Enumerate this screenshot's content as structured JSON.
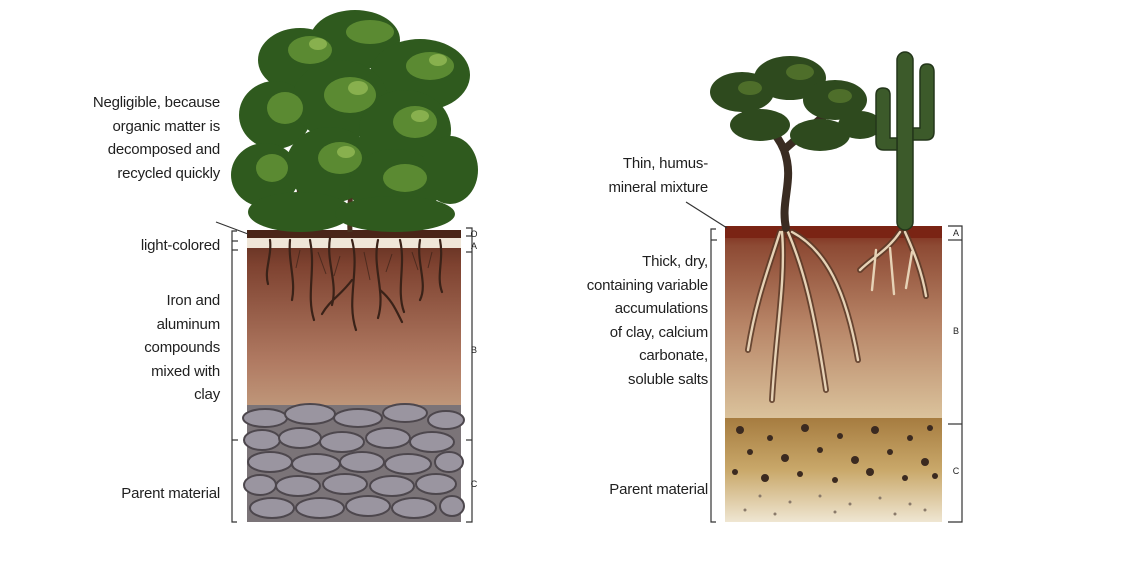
{
  "left_profile": {
    "labels": {
      "o_horizon": "Negligible, because\norganic matter is\ndecomposed and\nrecycled quickly",
      "e_horizon": "light-colored",
      "b_horizon": "Iron and\naluminum\ncompounds\nmixed with\nclay",
      "c_horizon": "Parent material"
    },
    "horizons": [
      "O",
      "A",
      "B",
      "C"
    ],
    "colors": {
      "topsoil": "#5a2a1c",
      "upper_b": "#8f5a46",
      "lower_b": "#d6c49a",
      "rock": "#6b6468"
    }
  },
  "right_profile": {
    "labels": {
      "o_horizon": "Thin, humus-\nmineral mixture",
      "b_horizon": "Thick, dry,\ncontaining variable\naccumulations\nof clay, calcium\ncarbonate,\nsoluble salts",
      "c_horizon": "Parent material"
    },
    "horizons": [
      "A",
      "B",
      "C"
    ],
    "colors": {
      "topsoil": "#7a1f10",
      "upper_b": "#9a5a40",
      "lower_b": "#d8bf97",
      "parent": "#c8a56a"
    }
  },
  "icons": [
    "tropical-tree-icon",
    "desert-tree-icon",
    "saguaro-cactus-icon",
    "root-system-icon"
  ]
}
